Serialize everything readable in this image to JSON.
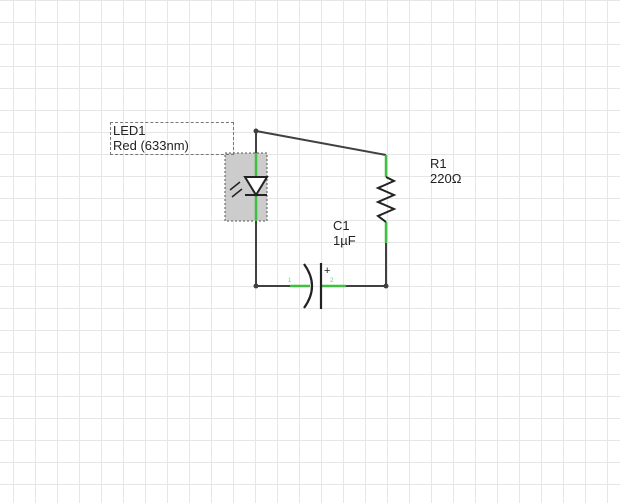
{
  "parts": {
    "led": {
      "ref": "LED1",
      "value": "Red (633nm)"
    },
    "resistor": {
      "ref": "R1",
      "value": "220Ω"
    },
    "capacitor": {
      "ref": "C1",
      "value": "1µF",
      "polarity": "+",
      "pin1": "1",
      "pin2": "2"
    }
  },
  "colors": {
    "wire": "#404040",
    "connector": "#3fbf3f",
    "selection": "#cccccc"
  }
}
